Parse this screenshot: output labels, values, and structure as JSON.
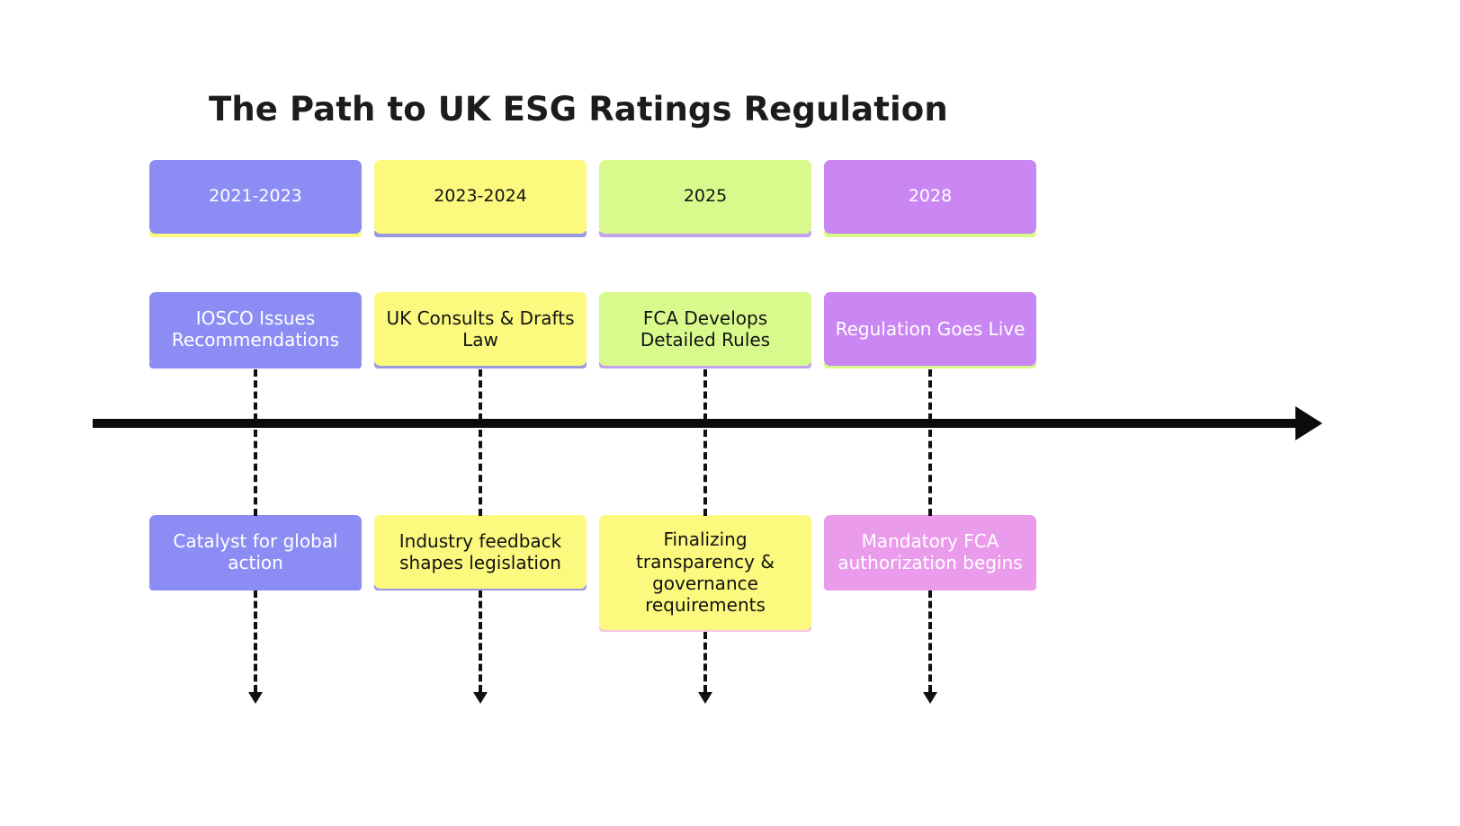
{
  "diagram": {
    "title": "The Path to UK ESG Ratings Regulation",
    "type": "timeline",
    "axis": {
      "direction": "left-to-right",
      "color": "#0b0b0b"
    },
    "colors": {
      "periwinkle": "#8c8cf5",
      "yellow": "#fbf97e",
      "lime": "#d8fa8d",
      "violet": "#ca86f2",
      "pink": "#eb9bec",
      "pink_accent": "#f7c9e4",
      "strip_periwinkle": "#aaaae8",
      "strip_yellow": "#fbf97e",
      "strip_lime": "#d8fa8d",
      "strip_violet": "#c9a8ef"
    },
    "columns": [
      {
        "period": "2021-2023",
        "event": "IOSCO Issues Recommendations",
        "detail": "Catalyst for global action",
        "period_fill": "#8c8cf5",
        "period_text": "light",
        "period_strip": "#fbf97e",
        "event_fill": "#8c8cf5",
        "event_text": "light",
        "event_strip": "#8c8cf5",
        "detail_fill": "#8c8cf5",
        "detail_text": "light",
        "detail_strip": "#8c8cf5"
      },
      {
        "period": "2023-2024",
        "event": "UK Consults & Drafts Law",
        "detail": "Industry feedback shapes legislation",
        "period_fill": "#fbf97e",
        "period_text": "dark",
        "period_strip": "#9a9ae0",
        "event_fill": "#fbf97e",
        "event_text": "dark",
        "event_strip": "#9a9ae0",
        "detail_fill": "#fbf97e",
        "detail_text": "dark",
        "detail_strip": "#9a9ae0"
      },
      {
        "period": "2025",
        "event": "FCA Develops Detailed Rules",
        "detail": "Finalizing transparency & governance requirements",
        "period_fill": "#d8fa8d",
        "period_text": "dark",
        "period_strip": "#c2a4ef",
        "event_fill": "#d8fa8d",
        "event_text": "dark",
        "event_strip": "#c2a4ef",
        "detail_fill": "#fbf97e",
        "detail_text": "dark",
        "detail_strip": "#f7c9e4"
      },
      {
        "period": "2028",
        "event": "Regulation Goes Live",
        "detail": "Mandatory FCA authorization begins",
        "period_fill": "#ca86f2",
        "period_text": "light",
        "period_strip": "#d8fa8d",
        "event_fill": "#ca86f2",
        "event_text": "light",
        "event_strip": "#d8fa8d",
        "detail_fill": "#eb9bec",
        "detail_text": "light",
        "detail_strip": "#eb9bec"
      }
    ]
  }
}
